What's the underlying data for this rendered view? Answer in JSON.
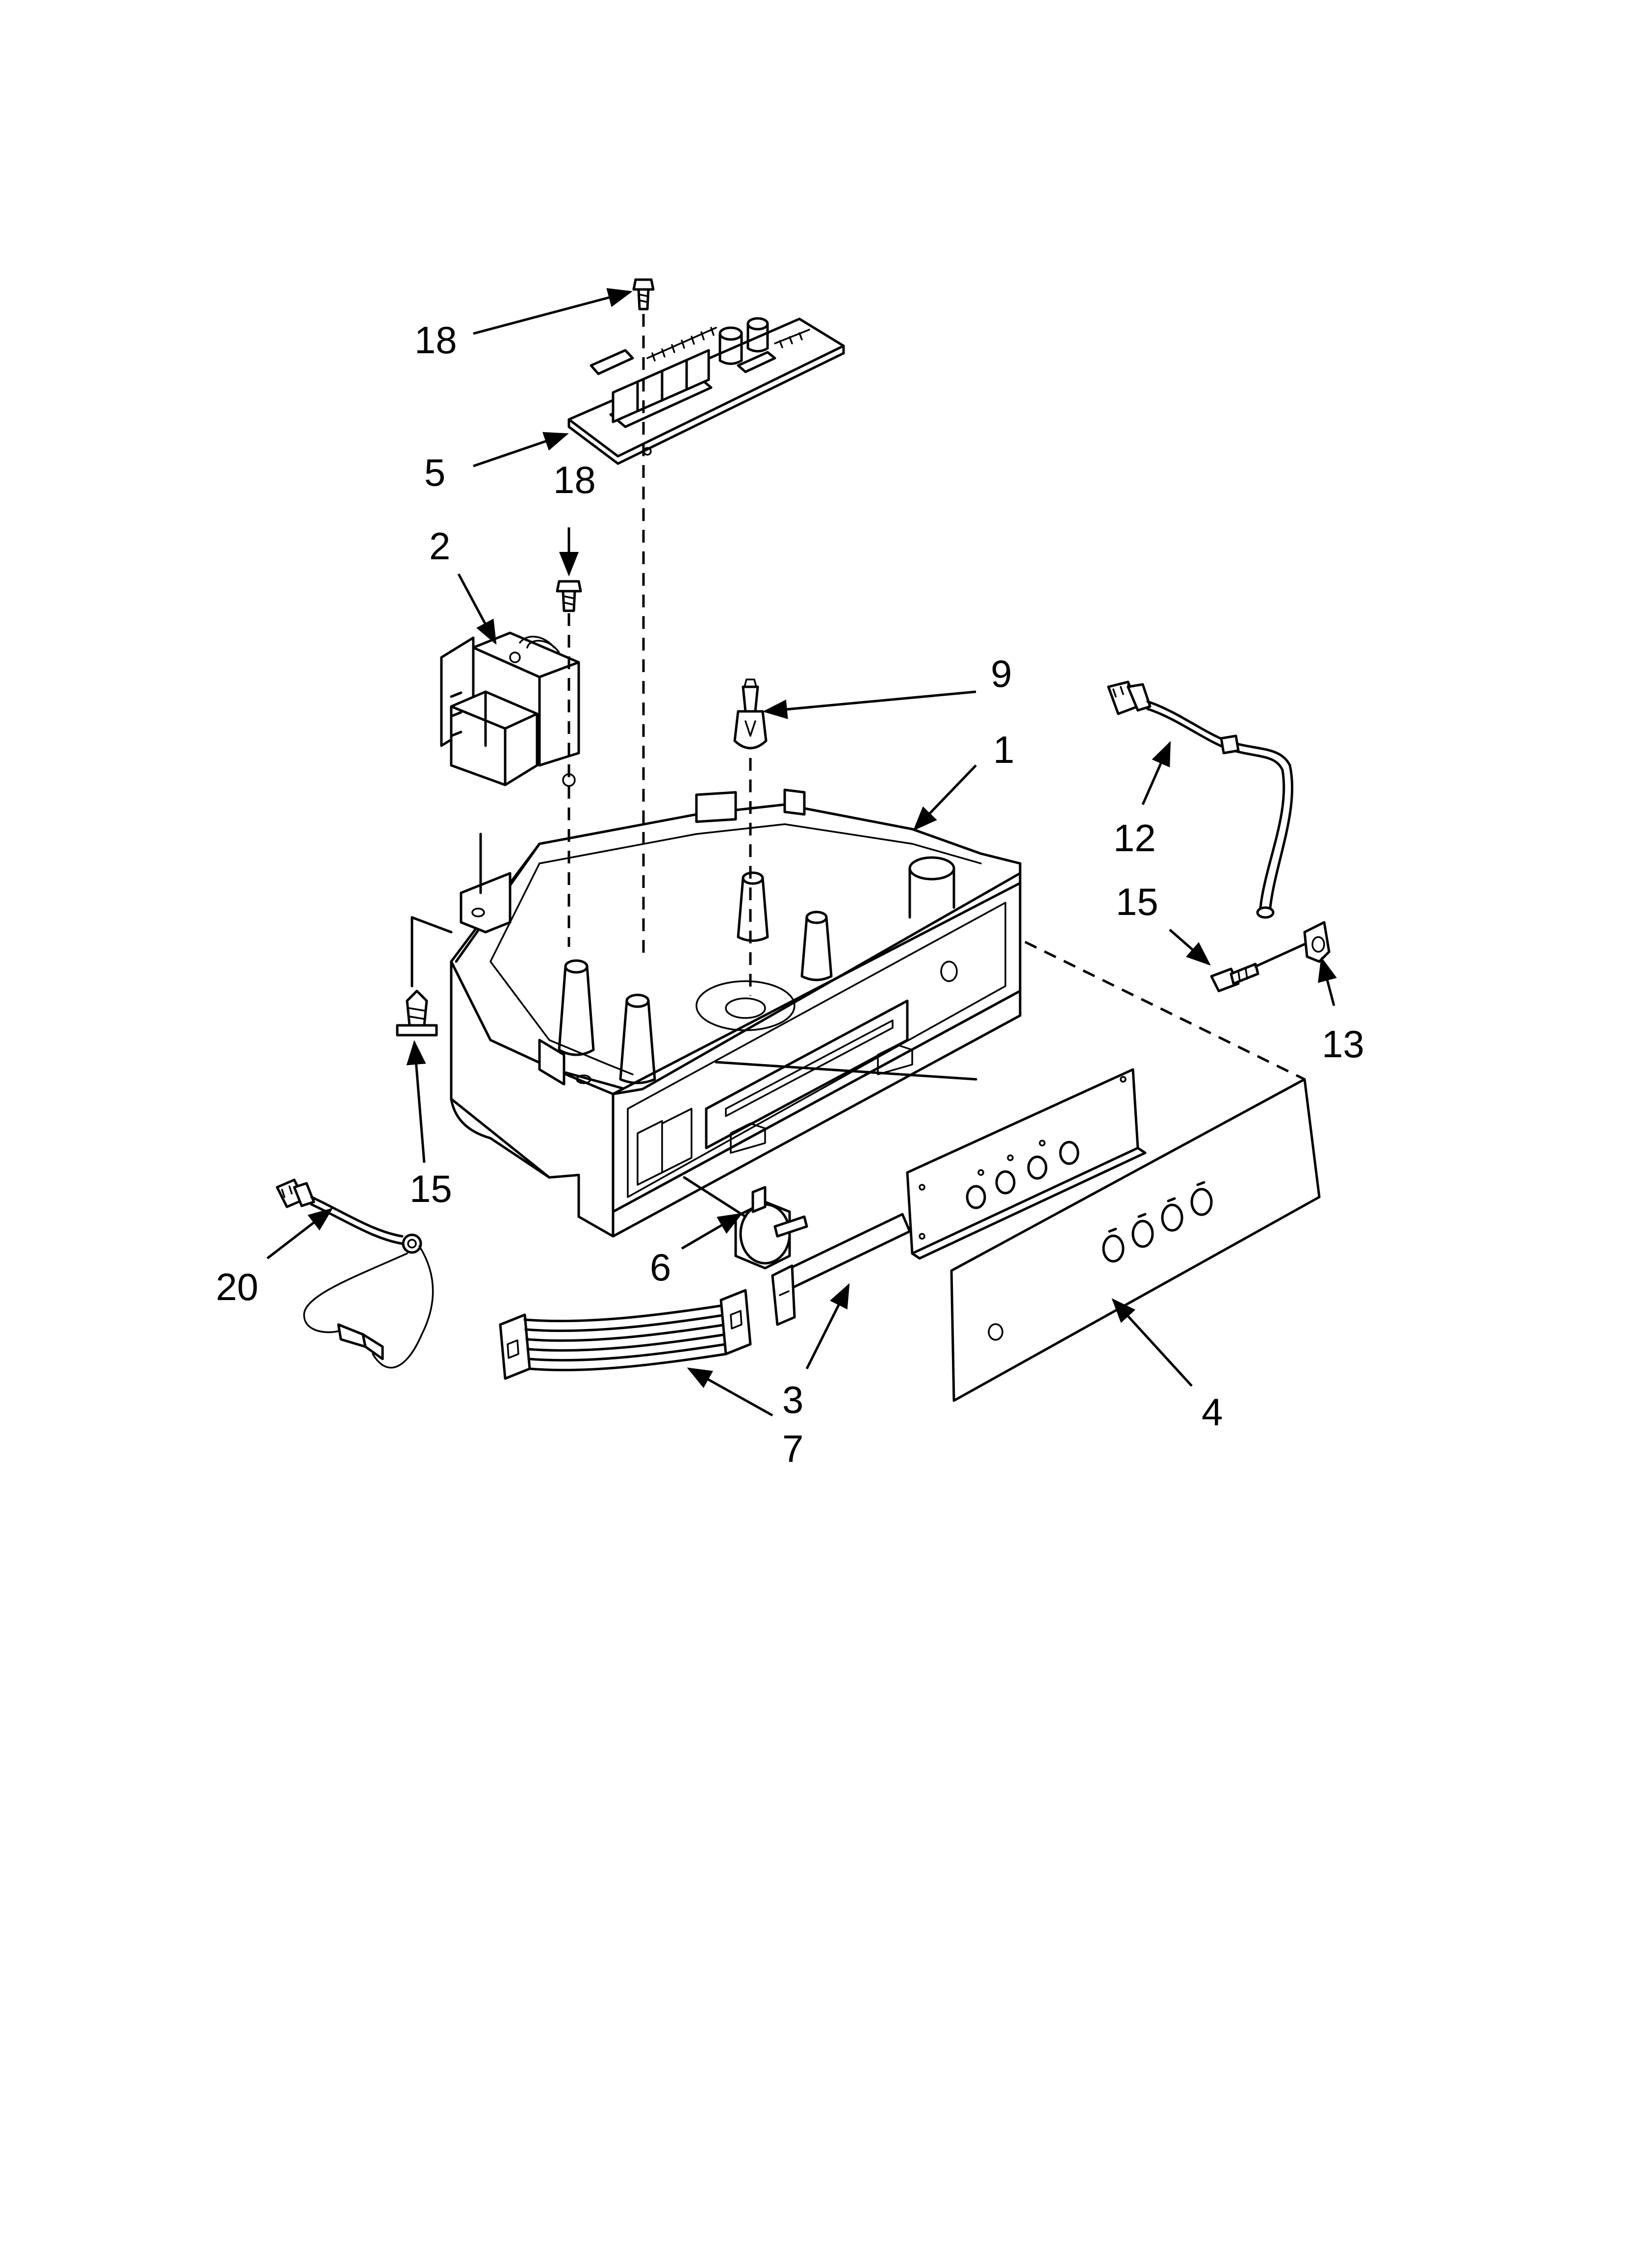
{
  "callouts": {
    "c18a": "18",
    "c5": "5",
    "c18b": "18",
    "c2": "2",
    "c9": "9",
    "c1": "1",
    "c12": "12",
    "c15a": "15",
    "c13": "13",
    "c15b": "15",
    "c6": "6",
    "c20": "20",
    "c3": "3",
    "c7": "7",
    "c4": "4"
  }
}
